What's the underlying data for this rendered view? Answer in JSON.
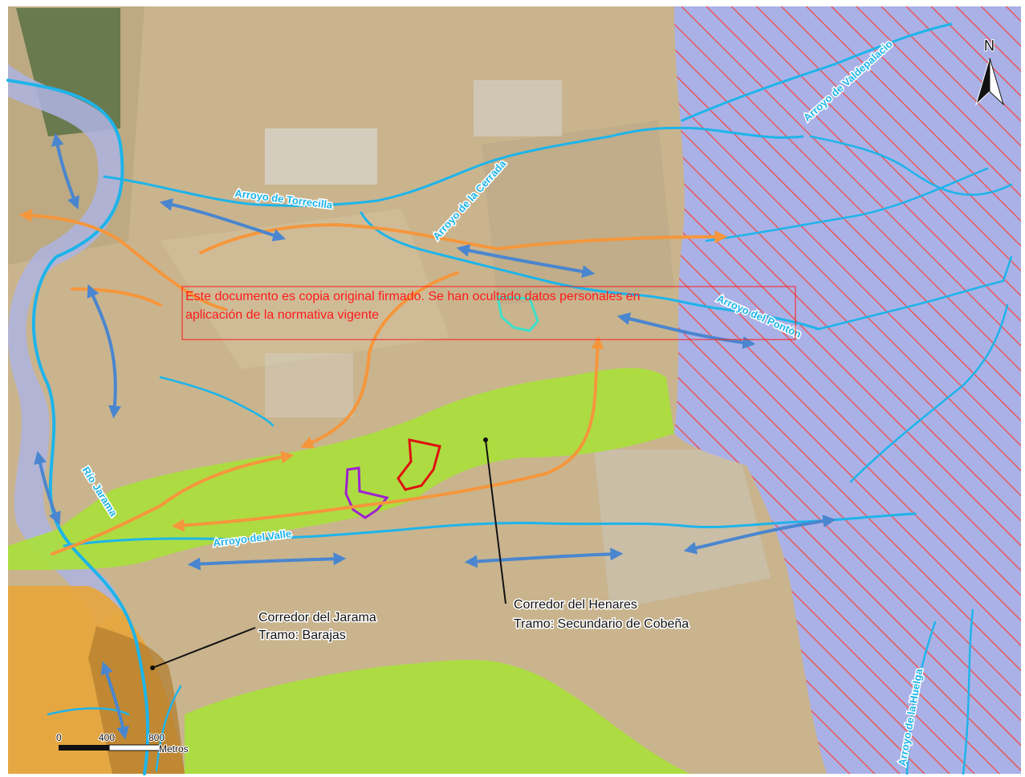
{
  "map": {
    "rivers": {
      "torrecilla": "Arroyo de Torrecilla",
      "cerrada": "Arroyo de la Cerrada",
      "valdepalacio": "Arroyo de Valdepalacio",
      "ponton": "Arroyo del Pontón",
      "valle": "Arroyo del Valle",
      "jarama": "Río Jarama",
      "huelga": "Arroyo de la Huelga"
    },
    "corridors": {
      "jarama_line1": "Corredor del Jarama",
      "jarama_line2": "Tramo: Barajas",
      "henares_line1": "Corredor del Henares",
      "henares_line2": "Tramo: Secundario de Cobeña"
    },
    "watermark": {
      "line1": "Este documento es copia original firmado. Se han ocultado datos personales en",
      "line2": "aplicación de la normativa vigente"
    },
    "north_label": "N",
    "scale": {
      "ticks": [
        "0",
        "400",
        "800"
      ],
      "unit": "Metros"
    },
    "colors": {
      "river": "#1eb4ea",
      "ecological_link_orange": "#f5963c",
      "ecological_link_blue": "#4a86cf",
      "corridor_green": "#a8e03a",
      "corridor_orange": "#e8a53a",
      "protected_hatch": "#e8585a",
      "protected_fill": "#aab1e6",
      "watermark_red": "#ff1a1a"
    }
  }
}
